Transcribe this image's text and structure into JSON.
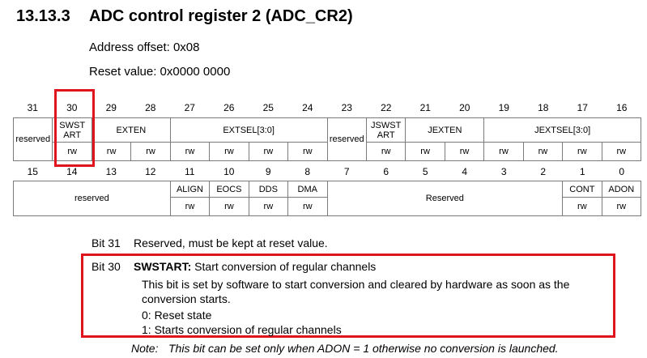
{
  "section": {
    "number": "13.13.3",
    "title": "ADC control register 2 (ADC_CR2)"
  },
  "address_offset": "Address offset: 0x08",
  "reset_value": "Reset value: 0x0000 0000",
  "upper": {
    "bit_numbers": [
      "31",
      "30",
      "29",
      "28",
      "27",
      "26",
      "25",
      "24",
      "23",
      "22",
      "21",
      "20",
      "19",
      "18",
      "17",
      "16"
    ],
    "fields": [
      "reserved",
      "SWST ART",
      "EXTEN",
      "EXTSEL[3:0]",
      "reserved",
      "JSWST ART",
      "JEXTEN",
      "JEXTSEL[3:0]"
    ],
    "access": "rw"
  },
  "lower": {
    "bit_numbers": [
      "15",
      "14",
      "13",
      "12",
      "11",
      "10",
      "9",
      "8",
      "7",
      "6",
      "5",
      "4",
      "3",
      "2",
      "1",
      "0"
    ],
    "fields": [
      "reserved",
      "ALIGN",
      "EOCS",
      "DDS",
      "DMA",
      "Reserved",
      "CONT",
      "ADON"
    ],
    "access": "rw"
  },
  "bit31": {
    "label": "Bit 31",
    "text": "Reserved, must be kept at reset value."
  },
  "bit30": {
    "label": "Bit 30",
    "name": "SWSTART:",
    "title": " Start conversion of regular channels",
    "desc_line1": "This bit is set by software to start conversion and cleared by hardware as soon as the",
    "desc_line2": "conversion starts.",
    "opt0": "0: Reset state",
    "opt1": "1: Starts conversion of regular channels"
  },
  "note": {
    "label": "Note:",
    "text": "This bit can be set only when ADON = 1 otherwise no conversion is launched."
  },
  "colors": {
    "highlight": "#e0141c",
    "border": "#7a7a7a"
  }
}
